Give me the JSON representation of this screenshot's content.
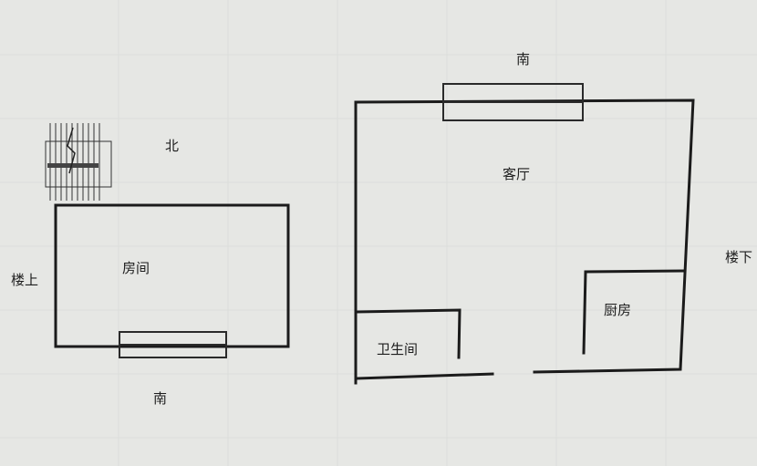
{
  "diagram": {
    "upstairs_plan": {
      "compass_north": "北",
      "compass_south": "南",
      "floor_label": "楼上",
      "room": "房间"
    },
    "downstairs_plan": {
      "compass_south": "南",
      "floor_label": "楼下",
      "living_room": "客厅",
      "bathroom": "卫生间",
      "kitchen": "厨房"
    },
    "colors": {
      "background": "#e6e7e4",
      "lines": "#1b1b1b"
    }
  }
}
